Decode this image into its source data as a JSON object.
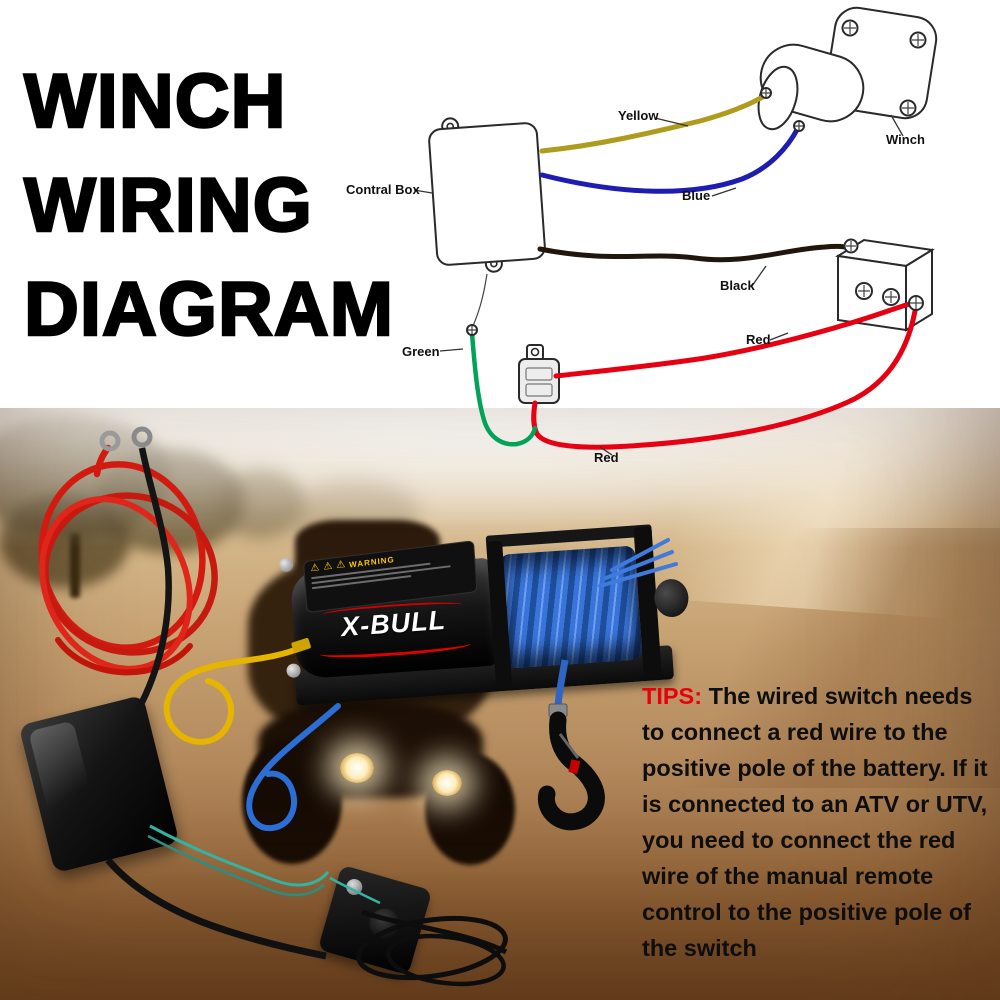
{
  "title": {
    "line1": "WINCH",
    "line2": "WIRING",
    "line3": "DIAGRAM"
  },
  "diagram": {
    "labels": {
      "control_box": "Contral Box",
      "winch": "Winch",
      "yellow": "Yellow",
      "blue": "Blue",
      "black": "Black",
      "red_top": "Red",
      "green": "Green",
      "red_bottom": "Red"
    },
    "colors": {
      "yellow": "#ad9c1e",
      "blue": "#1d1db2",
      "black": "#20160c",
      "red": "#e60012",
      "green": "#00a357"
    }
  },
  "product": {
    "brand": "X-BULL",
    "warning": "WARNING"
  },
  "icons": {
    "warning": "⚠"
  },
  "tips": {
    "prefix": "TIPS:",
    "body": "The wired switch needs to connect a red wire to the positive pole of the battery.  If it is connected to an ATV or UTV, you need to connect the red wire of the manual remote control to the positive pole of the switch"
  }
}
